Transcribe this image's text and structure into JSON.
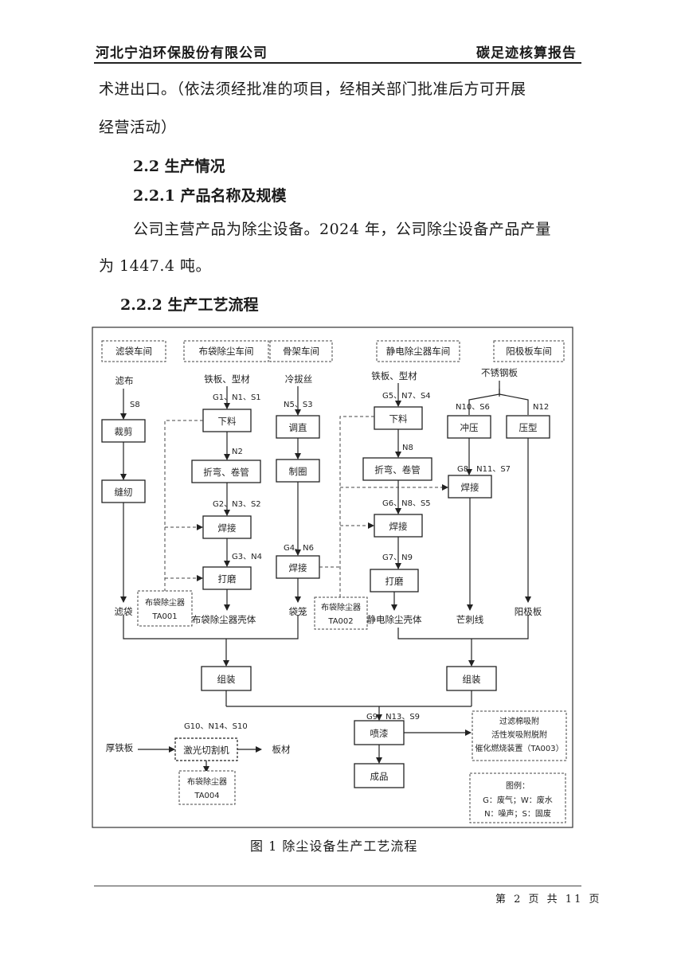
{
  "header": {
    "company": "河北宁泊环保股份有限公司",
    "report": "碳足迹核算报告"
  },
  "body": {
    "para1_line1": "术进出口。（依法须经批准的项目，经相关部门批准后方可开展",
    "para1_line2": "经营活动）",
    "h_2_2": "2.2 生产情况",
    "h_2_2_1": "2.2.1 产品名称及规模",
    "para2_line1": "公司主营产品为除尘设备。2024 年，公司除尘设备产品产量",
    "para2_line2": "为 1447.4 吨。",
    "h_2_2_2": "2.2.2 生产工艺流程"
  },
  "figure": {
    "workshops": {
      "filter_bag": "滤袋车间",
      "bag_duster": "布袋除尘车间",
      "frame": "骨架车间",
      "esp": "静电除尘器车间",
      "anode": "阳极板车间"
    },
    "inputs": {
      "filter_cloth": "滤布",
      "steel_a": "铁板、型材",
      "cold_wire": "冷拔丝",
      "steel_b": "铁板、型材",
      "stainless": "不锈钢板",
      "thick_plate": "厚铁板"
    },
    "steps": {
      "cut": "裁剪",
      "sew": "缝纫",
      "blank_a": "下料",
      "bend_a": "折弯、卷管",
      "weld_a": "焊接",
      "grind_a": "打磨",
      "straighten": "调直",
      "ring": "制圈",
      "weld_frame": "焊接",
      "blank_b": "下料",
      "bend_b": "折弯、卷管",
      "weld_b": "焊接",
      "grind_b": "打磨",
      "punch": "冲压",
      "press": "压型",
      "weld_c": "焊接",
      "assemble_a": "组装",
      "assemble_b": "组装",
      "spray": "喷漆",
      "laser": "激光切割机",
      "finished": "成品"
    },
    "outputs": {
      "bag": "滤袋",
      "bag_shell": "布袋除尘器壳体",
      "cage": "袋笼",
      "esp_shell": "静电除尘壳体",
      "barb_wire": "芒刺线",
      "anode_plate": "阳极板",
      "sheet": "板材"
    },
    "emissions": {
      "s8": "S8",
      "g1": "G1、N1、S1",
      "n2": "N2",
      "g2": "G2、N3、S2",
      "g3": "G3、N4",
      "n5": "N5、S3",
      "g4": "G4、N6",
      "g5": "G5、N7、S4",
      "n8a": "N8",
      "g6": "G6、N8、S5",
      "g7": "G7、N9",
      "n10": "N10、S6",
      "n12": "N12",
      "g8": "G8、N11、S7",
      "g9": "G9、N13、S9",
      "g10": "G10、N14、S10"
    },
    "controls": {
      "ta001_name": "布袋除尘器",
      "ta001_id": "TA001",
      "ta002_name": "布袋除尘器",
      "ta002_id": "TA002",
      "ta004_name": "布袋除尘器",
      "ta004_id": "TA004",
      "ta003_l1": "过滤棉吸附",
      "ta003_l2": "活性炭吸附脱附",
      "ta003_l3": "催化燃烧装置（TA003）"
    },
    "legend": {
      "title": "图例：",
      "row1": "G：废气；W：废水",
      "row2": "N：噪声；S：固废"
    },
    "caption": "图 1    除尘设备生产工艺流程"
  },
  "footer": {
    "page": "第 2 页 共 11 页"
  }
}
